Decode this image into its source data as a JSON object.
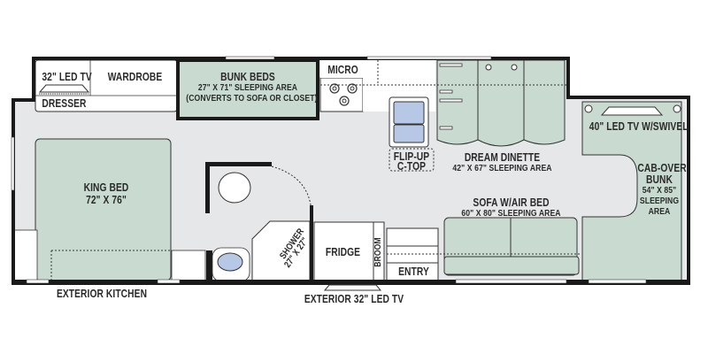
{
  "floorplan": {
    "colors": {
      "wall": "#1a1a1a",
      "floor": "#e6e7e8",
      "bed_green": "#c9dbd0",
      "fixture_blue": "#b7c8e6",
      "cabinet_white": "#ffffff"
    },
    "rooms": {
      "led_tv_32": "32\" LED TV",
      "wardrobe": "WARDROBE",
      "dresser": "DRESSER",
      "bunk_beds": {
        "title": "BUNK BEDS",
        "size": "27\" X 71\" SLEEPING AREA",
        "note": "(CONVERTS TO SOFA OR CLOSET)"
      },
      "micro": "MICRO",
      "flip_up": {
        "line1": "FLIP-UP",
        "line2": "C-TOP"
      },
      "dream_dinette": {
        "title": "DREAM DINETTE",
        "size": "42\" X 67\" SLEEPING AREA"
      },
      "led_tv_40": "40\" LED TV W/SWIVEL",
      "cab_over": {
        "line1": "CAB-OVER",
        "line2": "BUNK",
        "line3": "54\" X 85\"",
        "line4": "SLEEPING",
        "line5": "AREA"
      },
      "king_bed": {
        "title": "KING BED",
        "size": "72\" X 76\""
      },
      "shower": {
        "line1": "SHOWER",
        "line2": "27\" X 27\""
      },
      "fridge": "FRIDGE",
      "broom": "BROOM",
      "entry": "ENTRY",
      "sofa": {
        "title": "SOFA W/AIR BED",
        "size": "60\" X 80\" SLEEPING AREA"
      }
    },
    "exterior": {
      "kitchen": "EXTERIOR KITCHEN",
      "tv": "EXTERIOR 32\" LED TV"
    }
  }
}
